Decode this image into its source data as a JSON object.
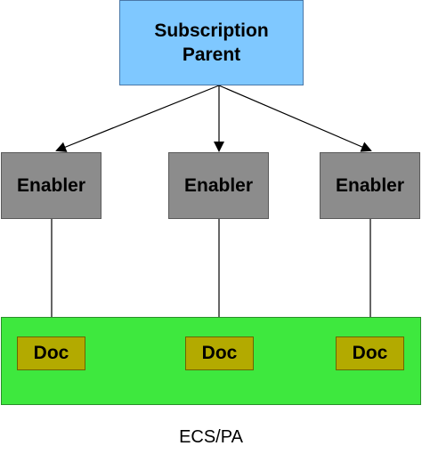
{
  "parent": {
    "label": "Subscription\nParent",
    "color": "#7fc8ff"
  },
  "enablers": [
    {
      "label": "Enabler"
    },
    {
      "label": "Enabler"
    },
    {
      "label": "Enabler"
    }
  ],
  "enabler_color": "#8c8c8c",
  "container": {
    "color": "#3ee83e"
  },
  "docs": [
    {
      "label": "Doc"
    },
    {
      "label": "Doc"
    },
    {
      "label": "Doc"
    }
  ],
  "doc_color": "#b3aa00",
  "caption": "ECS/PA"
}
